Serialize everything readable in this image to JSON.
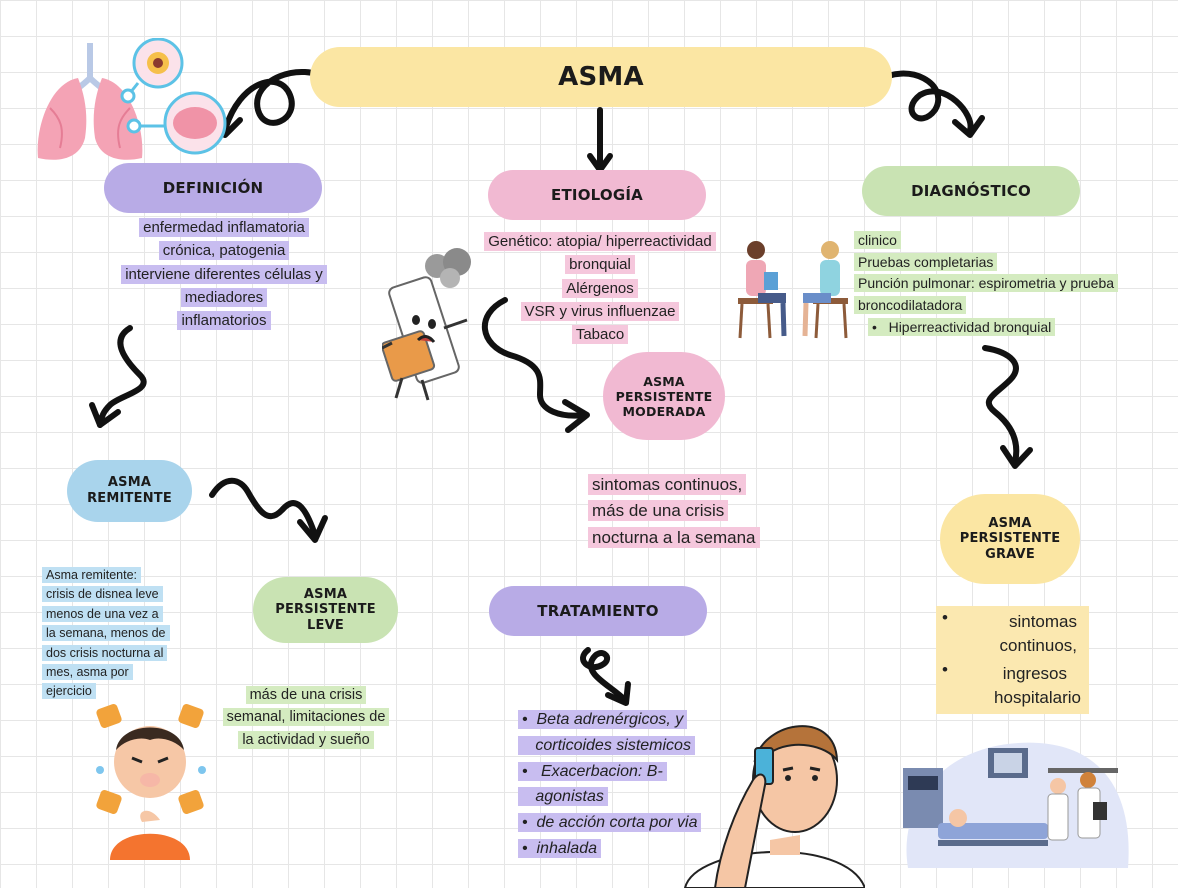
{
  "title": "ASMA",
  "definicion": {
    "title": "DEFINICIÓN",
    "lines": [
      "enfermedad inflamatoria",
      "crónica, patogenia",
      "interviene diferentes células y",
      "mediadores",
      "inflamatorios"
    ]
  },
  "etiologia": {
    "title": "ETIOLOGÍA",
    "lines": [
      "Genético: atopia/ hiperreactividad",
      "bronquial",
      "Alérgenos",
      "VSR y virus influenzae",
      "Tabaco"
    ]
  },
  "diagnostico": {
    "title": "DIAGNÓSTICO",
    "lines": [
      "clinico",
      "Pruebas completarias",
      "Punción pulmonar: espirometria y prueba",
      "broncodilatadora"
    ],
    "bullet": "Hiperreactividad bronquial"
  },
  "asma_remitente": {
    "title_l1": "ASMA",
    "title_l2": "REMITENTE",
    "lines": [
      "Asma remitente:",
      "crisis de disnea leve",
      "menos de una vez a",
      "la semana, menos de",
      "dos crisis nocturna al",
      "mes, asma por",
      "ejercicio"
    ]
  },
  "asma_leve": {
    "title_l1": "ASMA PERSISTENTE",
    "title_l2": "LEVE",
    "lines": [
      "más de una crisis",
      "semanal, limitaciones de",
      "la actividad y sueño"
    ]
  },
  "asma_moderada": {
    "title_l1": "ASMA",
    "title_l2": "PERSISTENTE",
    "title_l3": "MODERADA",
    "lines": [
      "sintomas continuos,",
      "más de una crisis",
      "nocturna a la semana"
    ]
  },
  "asma_grave": {
    "title_l1": "ASMA",
    "title_l2": "PERSISTENTE",
    "title_l3": "GRAVE",
    "b1_l1": "sintomas",
    "b1_l2": "continuos,",
    "b2_l1": "ingresos",
    "b2_l2": "hospitalario"
  },
  "tratamiento": {
    "title": "TRATAMIENTO",
    "b1_l1": "Beta adrenérgicos, y",
    "b1_l2": "corticoides sistemicos",
    "b2_l1": "Exacerbacion: B-",
    "b2_l2": "agonistas",
    "b3": "de acción corta por via",
    "b4": "inhalada"
  },
  "colors": {
    "yellow": "#fbe6a3",
    "purple": "#b8abe6",
    "pink": "#f1b9d2",
    "green": "#c9e3b3",
    "blue": "#a9d4ec"
  }
}
